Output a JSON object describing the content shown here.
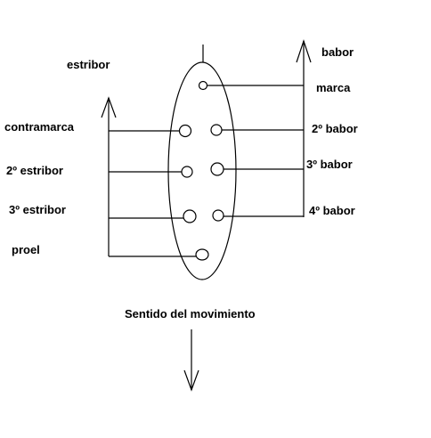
{
  "labels": {
    "estribor": "estribor",
    "babor": "babor",
    "marca": "marca",
    "contramarca": "contramarca",
    "babor_2": "2º babor",
    "estribor_2": "2º estribor",
    "babor_3": "3º babor",
    "estribor_3": "3º estribor",
    "babor_4": "4º babor",
    "proel": "proel",
    "movement": "Sentido del movimiento"
  },
  "colors": {
    "ink": "#000000",
    "background": "#ffffff"
  }
}
